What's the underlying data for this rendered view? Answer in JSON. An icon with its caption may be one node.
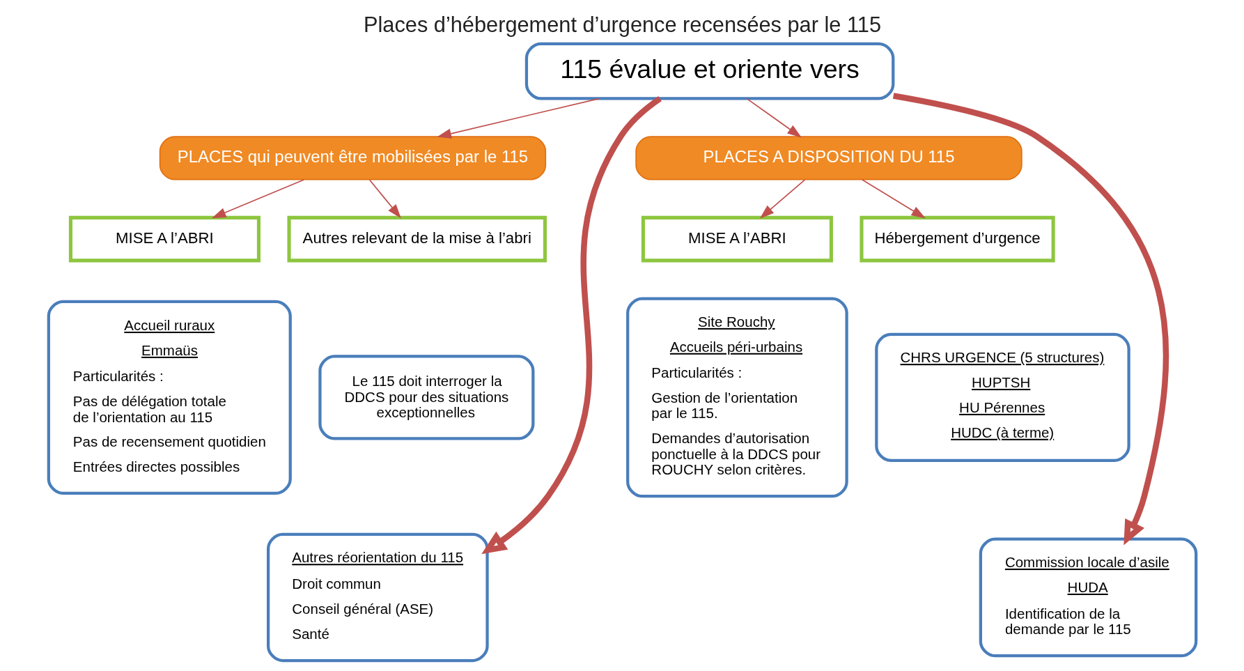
{
  "diagram": {
    "title": "Places d’hébergement d’urgence recensées par le 115",
    "nodes": [
      {
        "text": [
          "115 évalue et oriente vers"
        ]
      },
      {
        "text": [
          "PLACES qui peuvent être mobilisées par le 115"
        ]
      },
      {
        "text": [
          "PLACES A DISPOSITION DU 115"
        ]
      },
      {
        "text": [
          "MISE A l’ABRI"
        ]
      },
      {
        "text": [
          "Accueil ruraux",
          "Emmaüs",
          "Particularités :",
          "Pas de délégation totale de l’orientation au 115",
          "Pas de recensement quotidien",
          "Entrées directes possibles"
        ]
      },
      {
        "text": [
          "Autres relevant de la mise à l’abri"
        ]
      },
      {
        "text": [
          "Le 115 doit interroger la DDCS pour des situations exceptionnelles"
        ]
      },
      {
        "text": [
          "MISE A l’ABRI"
        ]
      },
      {
        "text": [
          "Site Rouchy",
          "Accueils péri-urbains",
          "Particularités :",
          "Gestion de l’orientation par le 115.",
          "Demandes d’autorisation ponctuelle à la DDCS pour ROUCHY selon critères."
        ]
      },
      {
        "text": [
          "Hébergement d’urgence"
        ]
      },
      {
        "text": [
          "CHRS URGENCE (5 structures)",
          "HUPTSH",
          "HU Pérennes",
          "HUDC (à terme)"
        ]
      },
      {
        "text": [
          "Autres réorientation du 115",
          "Droit commun",
          "Conseil général (ASE)",
          "Santé"
        ]
      },
      {
        "text": [
          "Commission locale d’asile",
          "HUDA",
          "Identification de la demande par le 115"
        ]
      }
    ],
    "edges": [
      {
        "from": 0,
        "to": 1,
        "arrow": "to"
      },
      {
        "from": 0,
        "to": 2,
        "arrow": "to"
      },
      {
        "from": 1,
        "to": 3,
        "arrow": "to"
      },
      {
        "from": 1,
        "to": 5,
        "arrow": "to"
      },
      {
        "from": 2,
        "to": 7,
        "arrow": "to"
      },
      {
        "from": 2,
        "to": 9,
        "arrow": "to"
      },
      {
        "from": 0,
        "to": 11,
        "arrow": "to",
        "style": "thick"
      },
      {
        "from": 0,
        "to": 12,
        "arrow": "to",
        "style": "thick"
      }
    ]
  }
}
